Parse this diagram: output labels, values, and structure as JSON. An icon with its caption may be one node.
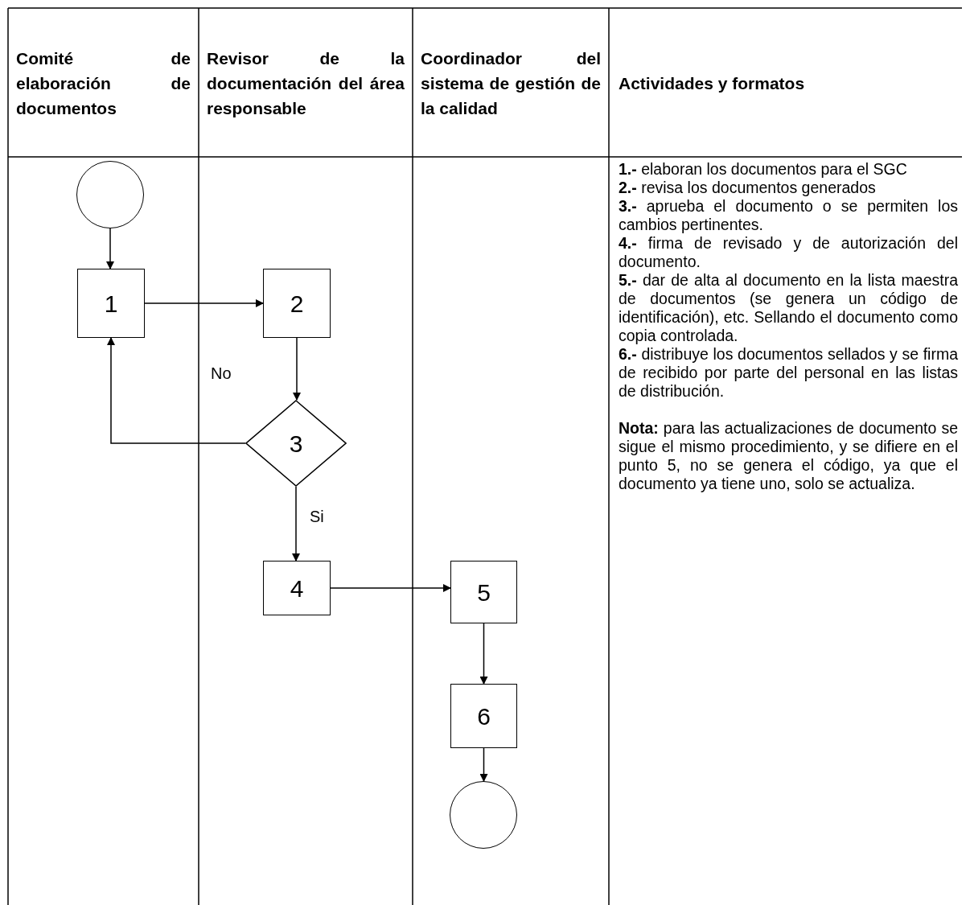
{
  "diagram": {
    "nodes": [
      {
        "text": [],
        "shape": "circle"
      },
      {
        "text": [
          "1"
        ]
      },
      {
        "text": [
          "2"
        ]
      },
      {
        "text": [
          "3"
        ]
      },
      {
        "text": [
          "4"
        ]
      },
      {
        "text": [
          "5"
        ]
      },
      {
        "text": [
          "6"
        ]
      },
      {
        "text": [],
        "shape": "circle"
      }
    ],
    "edges": [
      {
        "from": 0,
        "to": 1,
        "arrow": "to"
      },
      {
        "from": 1,
        "to": 2,
        "arrow": "to"
      },
      {
        "from": 2,
        "to": 3,
        "arrow": "to"
      },
      {
        "from": 3,
        "to": 1,
        "arrow": "to",
        "label": "No"
      },
      {
        "from": 3,
        "to": 4,
        "arrow": "to",
        "label": "Si"
      },
      {
        "from": 4,
        "to": 5,
        "arrow": "to"
      },
      {
        "from": 5,
        "to": 6,
        "arrow": "to"
      },
      {
        "from": 6,
        "to": 7,
        "arrow": "to"
      }
    ],
    "labels": [
      "Comité de elaboración de documentos",
      "Revisor de la documentación del área responsable",
      "Coordinador del sistema de gestión de la calidad",
      "Actividades y formatos",
      "**1.-** elaboran los documentos para el SGC",
      "**2.-** revisa los documentos generados",
      "**3.-** aprueba el documento o se permiten los cambios pertinentes.",
      "**4.-** firma de revisado y de autorización del documento.",
      "**5.-** dar de alta al documento en la lista maestra de documentos (se genera un código de identificación), etc. Sellando el documento como copia controlada.",
      "**6.-** distribuye los documentos sellados y se firma de recibido por parte del personal en las listas de distribución.",
      "**Nota:** para las actualizaciones de documento se sigue el mismo procedimiento, y se difiere en el punto 5, no se genera el código, ya que el documento ya tiene uno, solo se actualiza."
    ]
  }
}
